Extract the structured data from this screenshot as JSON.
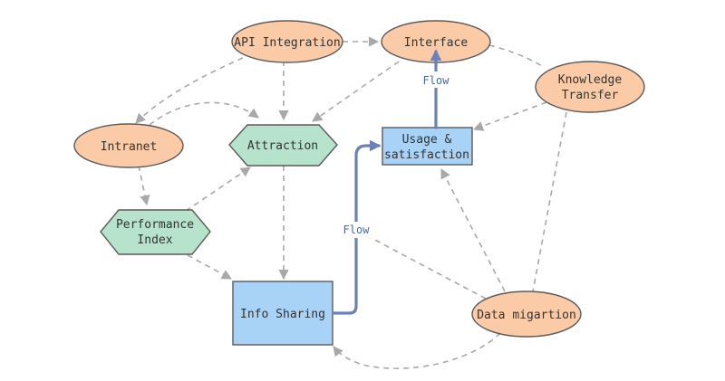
{
  "colors": {
    "ellipse_fill": "#fbcaa6",
    "hexagon_fill": "#b7e2cb",
    "rect_fill": "#a9d2f7",
    "node_stroke": "#5a5a5a",
    "dashed_edge": "#a8a8a8",
    "flow_edge": "#6b82b6"
  },
  "nodes": {
    "api_integration": {
      "label": [
        "API Integration"
      ]
    },
    "interface": {
      "label": [
        "Interface"
      ]
    },
    "knowledge_transfer": {
      "label": [
        "Knowledge",
        "Transfer"
      ]
    },
    "intranet": {
      "label": [
        "Intranet"
      ]
    },
    "attraction": {
      "label": [
        "Attraction"
      ]
    },
    "usage_satisfaction": {
      "label": [
        "Usage &",
        "satisfaction"
      ]
    },
    "performance_index": {
      "label": [
        "Performance",
        "Index"
      ]
    },
    "info_sharing": {
      "label": [
        "Info Sharing"
      ]
    },
    "data_migration": {
      "label": [
        "Data migartion"
      ]
    }
  },
  "edges": {
    "flow_label_top": "Flow",
    "flow_label_mid": "Flow"
  }
}
